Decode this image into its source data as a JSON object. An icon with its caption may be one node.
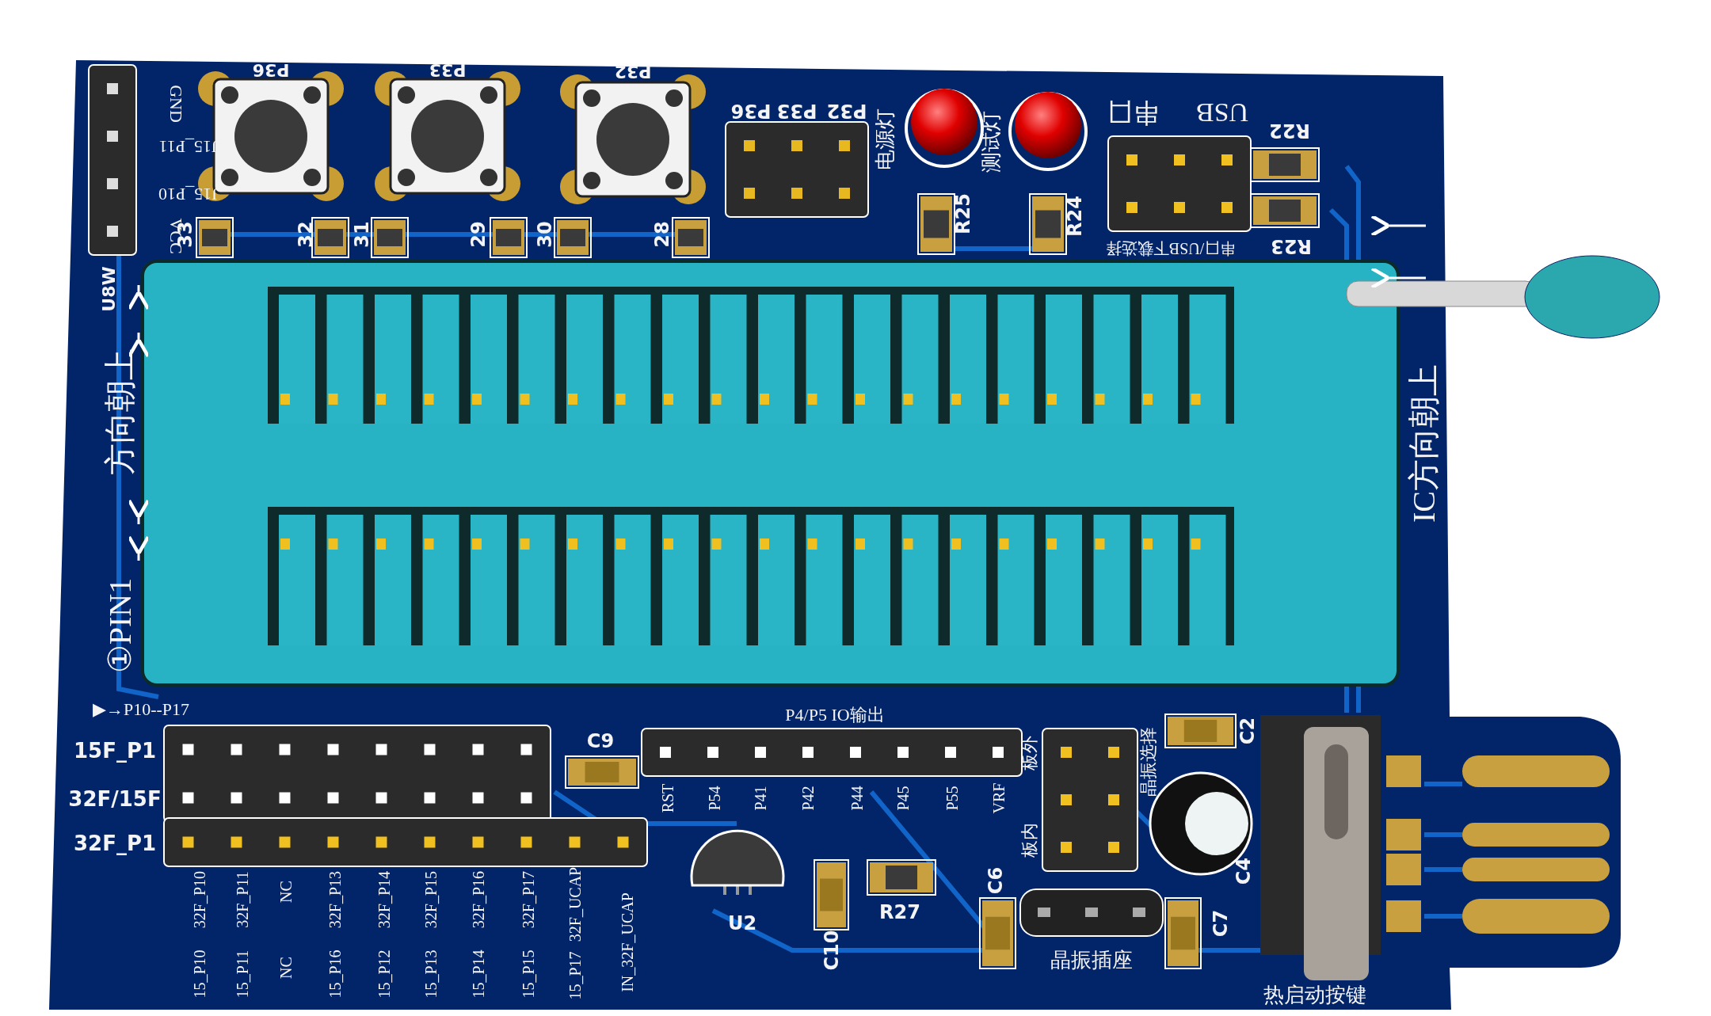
{
  "diagram": {
    "labels": [
      "GND",
      "J15_P11",
      "J15_P10",
      "VCC",
      "U8W",
      "P36",
      "P33",
      "P32",
      "P36",
      "P33",
      "P32",
      "电源灯",
      "测试灯",
      "串口",
      "USB",
      "R22",
      "33",
      "32",
      "31",
      "29",
      "30",
      "28",
      "R25",
      "R24",
      "串口/USB下载选择",
      "R23",
      "方向朝上",
      "IC方向朝上",
      "①PIN1",
      "▶→P10--P17",
      "P4/P5 IO输出",
      "15F_P1",
      "C9",
      "晶振选择",
      "C2",
      "板外",
      "32F/15F",
      "RST",
      "P54",
      "P41",
      "P42",
      "P44",
      "P45",
      "P55",
      "VRF",
      "板内",
      "32F_P1",
      "C4",
      "U2",
      "R27",
      "C6",
      "C7",
      "C10",
      "晶振插座",
      "热启动按键",
      "32F_P10",
      "32F_P11",
      "NC",
      "32F_P13",
      "32F_P14",
      "32F_P15",
      "32F_P16",
      "32F_P17",
      "32F_UCAP",
      "IN_32F_UCAP",
      "15_P10",
      "15_P11",
      "NC",
      "15_P16",
      "15_P12",
      "15_P13",
      "15_P14",
      "15_P15",
      "15_P17"
    ]
  }
}
